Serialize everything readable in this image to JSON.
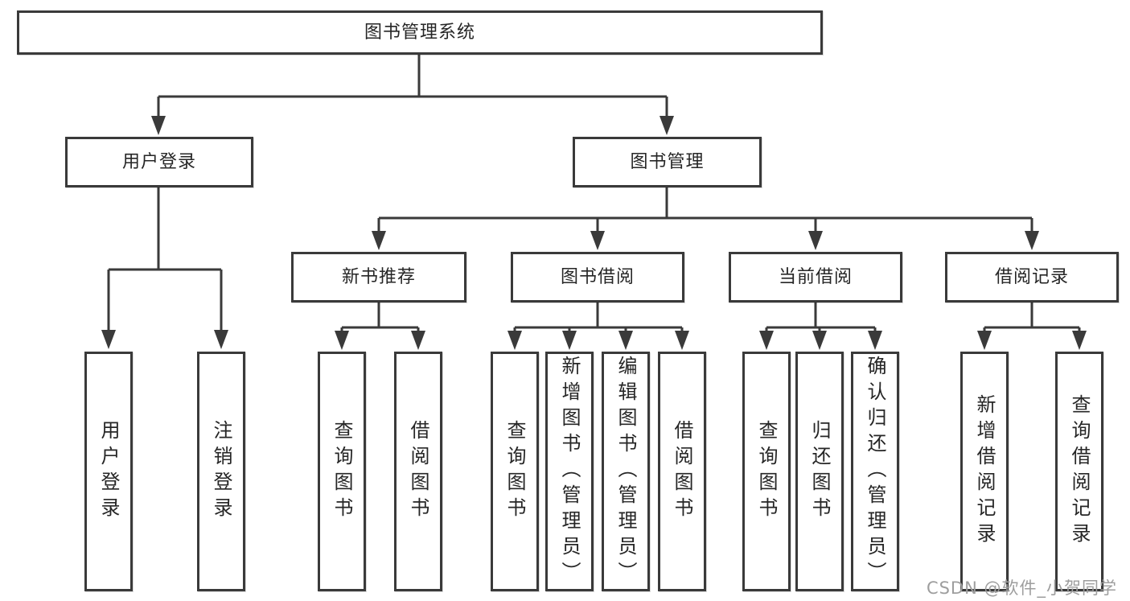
{
  "style": {
    "background": "#ffffff",
    "line_color": "#3a3a3a",
    "box_border_color": "#3a3a3a",
    "text_color": "#262626",
    "watermark_color": "#9e9e9e"
  },
  "diagram": {
    "type": "hierarchy-tree",
    "root": {
      "label": "图书管理系统",
      "children": [
        {
          "label": "用户登录",
          "children": [
            {
              "label": "用户登录"
            },
            {
              "label": "注销登录"
            }
          ]
        },
        {
          "label": "图书管理",
          "children": [
            {
              "label": "新书推荐",
              "children": [
                {
                  "label": "查询图书"
                },
                {
                  "label": "借阅图书"
                }
              ]
            },
            {
              "label": "图书借阅",
              "children": [
                {
                  "label": "查询图书"
                },
                {
                  "label": "新增图书（管理员）"
                },
                {
                  "label": "编辑图书（管理员）"
                },
                {
                  "label": "借阅图书"
                }
              ]
            },
            {
              "label": "当前借阅",
              "children": [
                {
                  "label": "查询图书"
                },
                {
                  "label": "归还图书"
                },
                {
                  "label": "确认归还（管理员）"
                }
              ]
            },
            {
              "label": "借阅记录",
              "children": [
                {
                  "label": "新增借阅记录"
                },
                {
                  "label": "查询借阅记录"
                }
              ]
            }
          ]
        }
      ]
    }
  },
  "watermark": {
    "text": "CSDN @软件_小贺同学"
  }
}
